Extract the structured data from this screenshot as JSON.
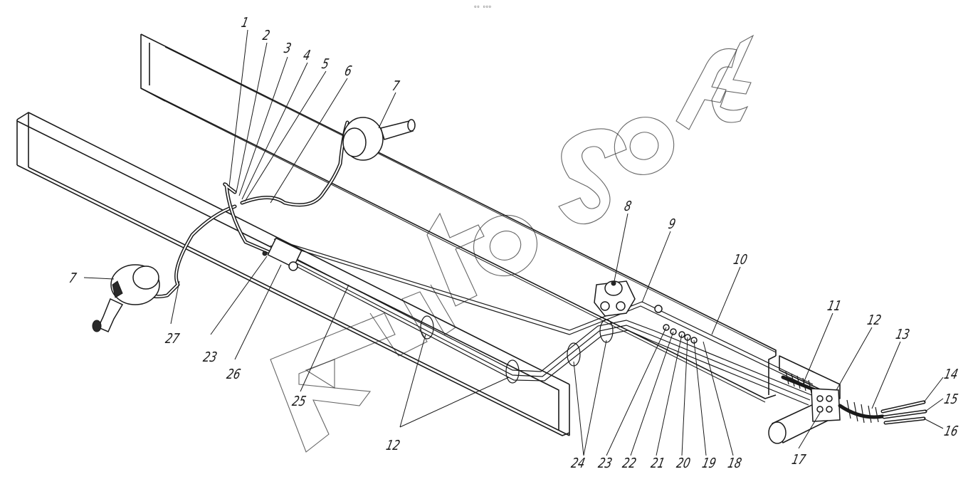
{
  "top_mark": "▫▫ ▫▫▫",
  "watermark": "AutoSoft",
  "callouts": [
    {
      "id": "c1",
      "text": "1"
    },
    {
      "id": "c2",
      "text": "2"
    },
    {
      "id": "c3",
      "text": "3"
    },
    {
      "id": "c4",
      "text": "4"
    },
    {
      "id": "c5",
      "text": "5"
    },
    {
      "id": "c6",
      "text": "6"
    },
    {
      "id": "c7a",
      "text": "7"
    },
    {
      "id": "c7b",
      "text": "7"
    },
    {
      "id": "c8",
      "text": "8"
    },
    {
      "id": "c9",
      "text": "9"
    },
    {
      "id": "c10",
      "text": "10"
    },
    {
      "id": "c11",
      "text": "11"
    },
    {
      "id": "c12a",
      "text": "12"
    },
    {
      "id": "c12b",
      "text": "12"
    },
    {
      "id": "c13",
      "text": "13"
    },
    {
      "id": "c14",
      "text": "14"
    },
    {
      "id": "c15",
      "text": "15"
    },
    {
      "id": "c16",
      "text": "16"
    },
    {
      "id": "c17",
      "text": "17"
    },
    {
      "id": "c18",
      "text": "18"
    },
    {
      "id": "c19",
      "text": "19"
    },
    {
      "id": "c20",
      "text": "20"
    },
    {
      "id": "c21",
      "text": "21"
    },
    {
      "id": "c22",
      "text": "22"
    },
    {
      "id": "c23a",
      "text": "23"
    },
    {
      "id": "c23b",
      "text": "23"
    },
    {
      "id": "c24",
      "text": "24"
    },
    {
      "id": "c25",
      "text": "25"
    },
    {
      "id": "c26",
      "text": "26"
    },
    {
      "id": "c27",
      "text": "27"
    }
  ]
}
